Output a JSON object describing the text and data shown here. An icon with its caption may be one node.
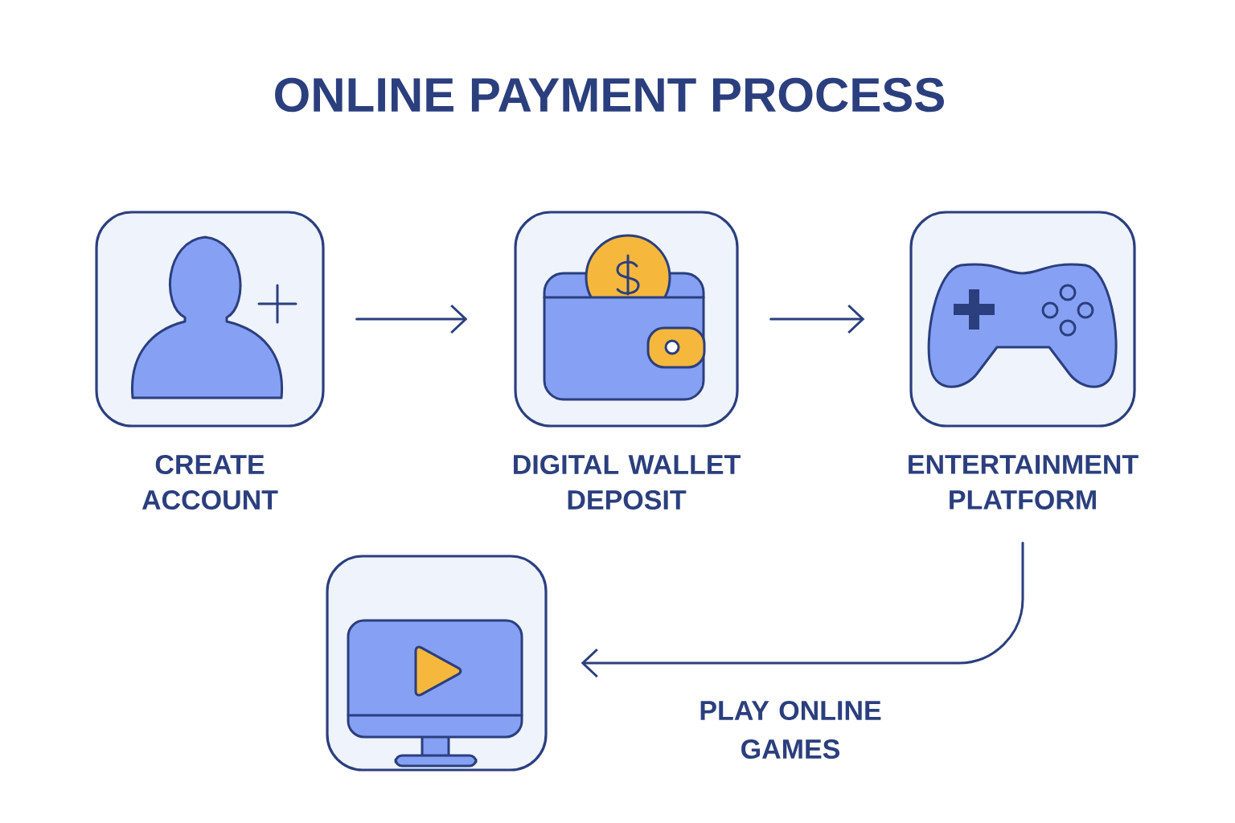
{
  "diagram": {
    "title": "ONLINE PAYMENT PROCESS",
    "nodes": [
      {
        "text": [
          "CREATE ACCOUNT"
        ]
      },
      {
        "text": [
          "DIGITAL WALLET DEPOSIT"
        ]
      },
      {
        "text": [
          "ENTERTAINMENT PLATFORM"
        ]
      },
      {
        "text": [],
        "shape": "box"
      }
    ],
    "edges": [
      {
        "from": 0,
        "to": 1,
        "arrow": "to"
      },
      {
        "from": 1,
        "to": 2,
        "arrow": "to"
      },
      {
        "from": 2,
        "to": 3,
        "arrow": "to",
        "label": "PLAY ONLINE GAMES"
      }
    ]
  }
}
